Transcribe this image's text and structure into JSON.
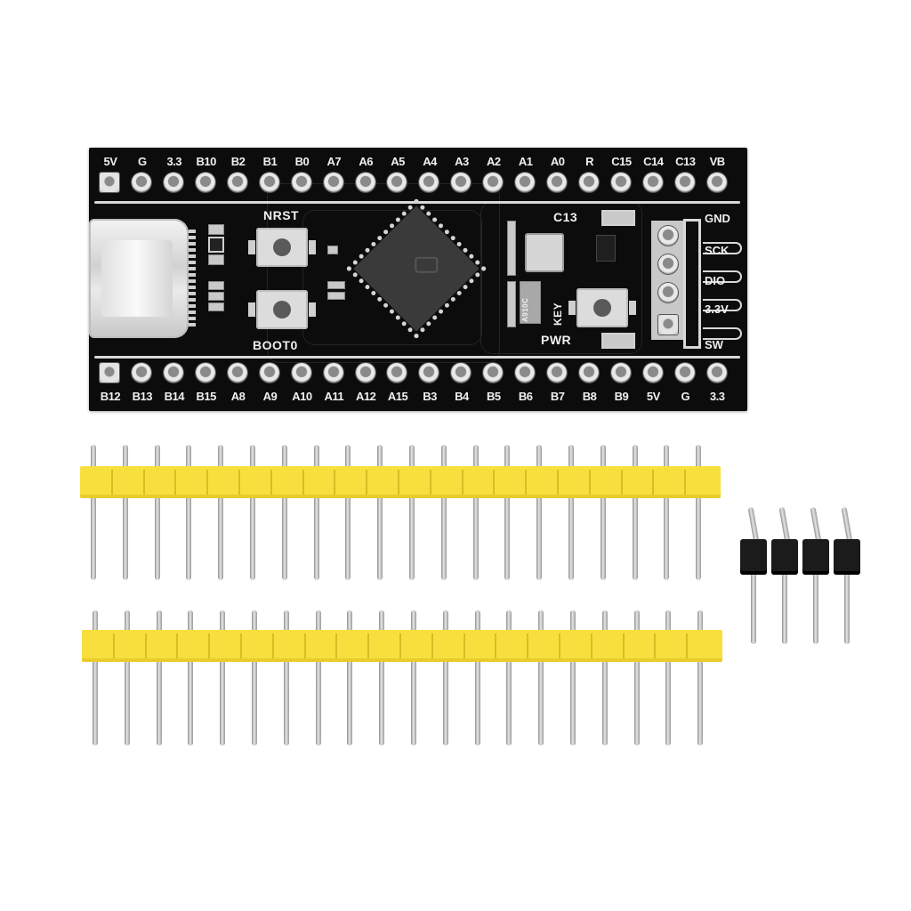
{
  "scene": {
    "subject": "STM32 black-pill style development board with pin headers",
    "background_color": "#ffffff",
    "pcb_color": "#0c0c0c",
    "header_color": "#f7df3e",
    "silkscreen_color": "#f0f0f0"
  },
  "board": {
    "top_pin_labels": [
      "5V",
      "G",
      "3.3",
      "B10",
      "B2",
      "B1",
      "B0",
      "A7",
      "A6",
      "A5",
      "A4",
      "A3",
      "A2",
      "A1",
      "A0",
      "R",
      "C15",
      "C14",
      "C13",
      "VB"
    ],
    "bottom_pin_labels": [
      "B12",
      "B13",
      "B14",
      "B15",
      "A8",
      "A9",
      "A10",
      "A11",
      "A12",
      "A15",
      "B3",
      "B4",
      "B5",
      "B6",
      "B7",
      "B8",
      "B9",
      "5V",
      "G",
      "3.3"
    ],
    "silkscreen": {
      "reset_button": "NRST",
      "boot_button": "BOOT0",
      "user_key": "KEY",
      "led_c13": "C13",
      "led_power": "PWR",
      "regulator_marking": "A910C"
    },
    "swd_header_labels": [
      "GND",
      "SCK",
      "DIO",
      "3.3V",
      "SW"
    ],
    "connector": "USB-C"
  },
  "accessories": {
    "straight_header_pin_count": 20,
    "straight_header_count": 2,
    "right_angle_header_pin_count": 4
  }
}
